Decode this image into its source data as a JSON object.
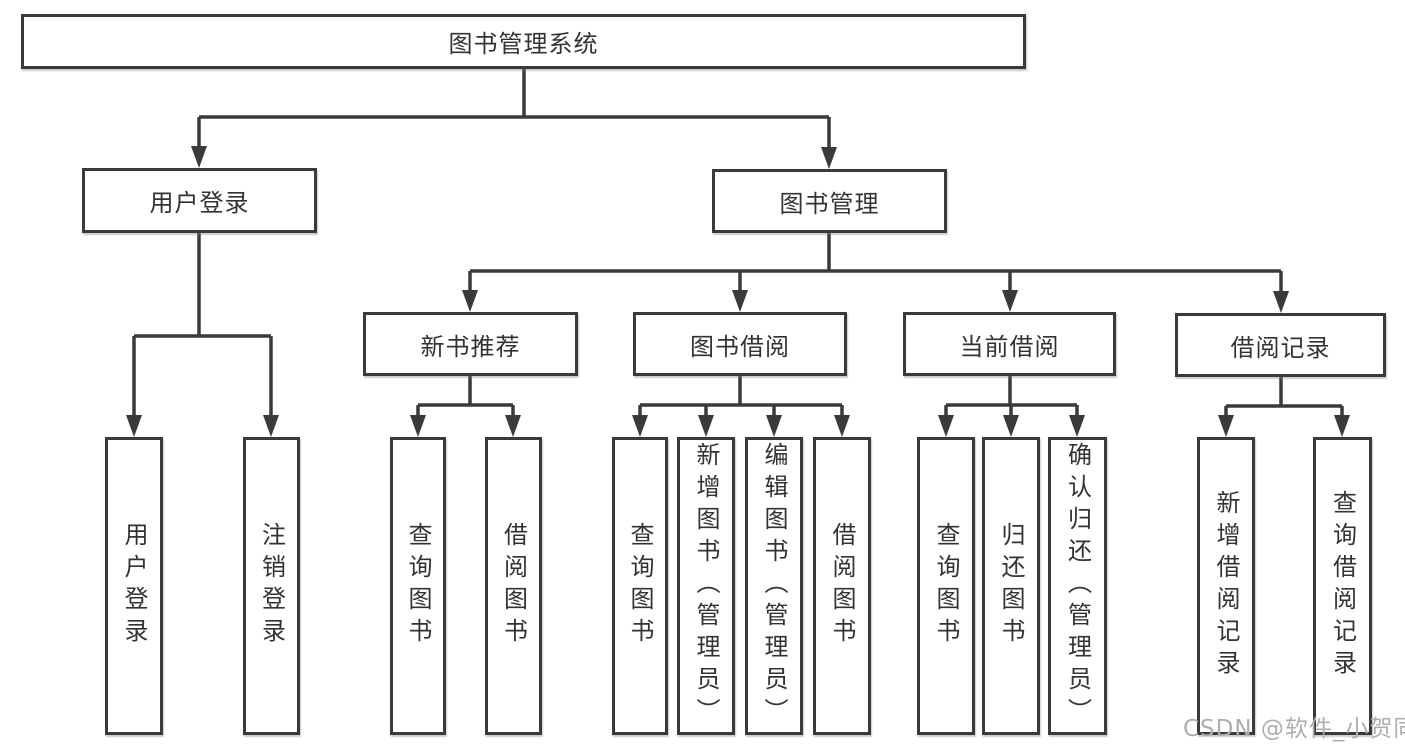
{
  "diagram": {
    "title": "图书管理系统",
    "root": "图书管理系统",
    "branches": [
      {
        "label": "用户登录",
        "children": [
          "用户登录",
          "注销登录"
        ]
      },
      {
        "label": "图书管理",
        "children": [
          {
            "label": "新书推荐",
            "children": [
              "查询图书",
              "借阅图书"
            ]
          },
          {
            "label": "图书借阅",
            "children": [
              "查询图书",
              "新增图书（管理员）",
              "编辑图书（管理员）",
              "借阅图书"
            ]
          },
          {
            "label": "当前借阅",
            "children": [
              "查询图书",
              "归还图书",
              "确认归还（管理员）"
            ]
          },
          {
            "label": "借阅记录",
            "children": [
              "新增借阅记录",
              "查询借阅记录"
            ]
          }
        ]
      }
    ]
  },
  "watermark": {
    "text": "CSDN @软件_小贺同学"
  },
  "colors": {
    "line": "#3a3a3a",
    "box_border": "#3a3a3a",
    "box_fill": "#ffffff",
    "text": "#333333",
    "watermark": "#aeaeae",
    "background": "#ffffff"
  }
}
